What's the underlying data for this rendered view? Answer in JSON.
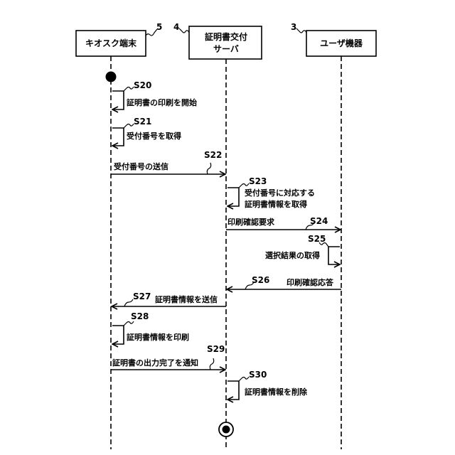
{
  "participants": [
    {
      "ref": "5",
      "name_lines": [
        "キオスク端末"
      ]
    },
    {
      "ref": "4",
      "name_lines": [
        "証明書交付",
        "サーバ"
      ]
    },
    {
      "ref": "3",
      "name_lines": [
        "ユーザ機器"
      ]
    }
  ],
  "steps": {
    "s20": {
      "id": "S20",
      "label_lines": [
        "証明書の印刷を開始"
      ]
    },
    "s21": {
      "id": "S21",
      "label_lines": [
        "受付番号を取得"
      ]
    },
    "s22": {
      "id": "S22",
      "label_lines": [
        "受付番号の送信"
      ]
    },
    "s23": {
      "id": "S23",
      "label_lines": [
        "受付番号に対応する",
        "証明書情報を取得"
      ]
    },
    "s24": {
      "id": "S24",
      "label_lines": [
        "印刷確認要求"
      ]
    },
    "s25": {
      "id": "S25",
      "label_lines": [
        "選択結果の取得"
      ]
    },
    "s26": {
      "id": "S26",
      "label_lines": [
        "印刷確認応答"
      ]
    },
    "s27": {
      "id": "S27",
      "label_lines": [
        "証明書情報を送信"
      ]
    },
    "s28": {
      "id": "S28",
      "label_lines": [
        "証明書情報を印刷"
      ]
    },
    "s29": {
      "id": "S29",
      "label_lines": [
        "証明書の出力完了を通知"
      ]
    },
    "s30": {
      "id": "S30",
      "label_lines": [
        "証明書情報を削除"
      ]
    }
  }
}
